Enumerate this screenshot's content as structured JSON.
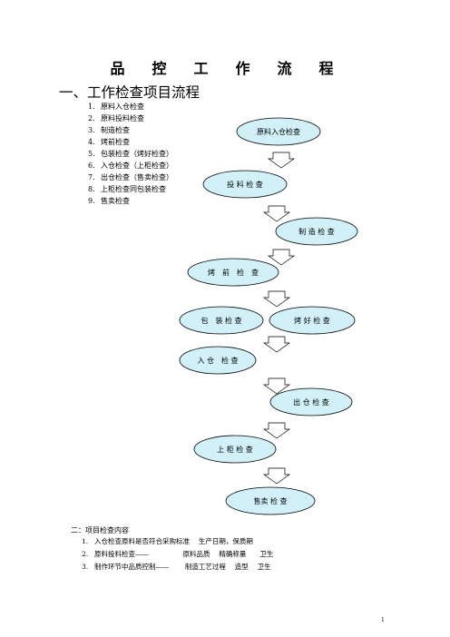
{
  "title": "品　控　工　作　流　程",
  "section1": {
    "heading": "一、工作检查项目流程",
    "items": [
      {
        "num": "1.",
        "text": "原料入仓检查"
      },
      {
        "num": "2.",
        "text": "原料投料检查"
      },
      {
        "num": "3.",
        "text": "制造检查"
      },
      {
        "num": "4.",
        "text": "烤前检查"
      },
      {
        "num": "5.",
        "text": "包装检查（烤好检查）"
      },
      {
        "num": "6.",
        "text": "入仓检查（上柜检查）"
      },
      {
        "num": "7.",
        "text": "出仓检查（售卖检查）"
      },
      {
        "num": "8.",
        "text": "上柜检查同包装检查"
      },
      {
        "num": "9.",
        "text": "售卖检查"
      }
    ]
  },
  "flow": {
    "nodes": [
      {
        "id": "raw-receiving",
        "label": "原料入仓检查"
      },
      {
        "id": "feeding",
        "label": "投 料 检 查"
      },
      {
        "id": "manufacturing",
        "label": "制 造 检 查"
      },
      {
        "id": "pre-baking",
        "label": "烤　前　检　查"
      },
      {
        "id": "packaging",
        "label": "包　装 检 查"
      },
      {
        "id": "baked",
        "label": "烤 好 检 查"
      },
      {
        "id": "warehouse-in",
        "label": "入 仓　检 查"
      },
      {
        "id": "warehouse-out",
        "label": "出 仓 检 查"
      },
      {
        "id": "counter",
        "label": "上 柜 检 查"
      },
      {
        "id": "sales",
        "label": "售卖 检 查"
      }
    ]
  },
  "section2": {
    "heading": "二：项目检查内容",
    "items": [
      {
        "num": "1.",
        "text": "入仓检查原料是否符合采购标准　 生产日期，保质期"
      },
      {
        "num": "2.",
        "text": "原料投料检查——　　　　　原料品质　  精确称量　　卫生"
      },
      {
        "num": "3.",
        "text": "制作环节中品质控制——　　 制造工艺过程　 造型　  卫生"
      }
    ]
  },
  "page_number": "1"
}
